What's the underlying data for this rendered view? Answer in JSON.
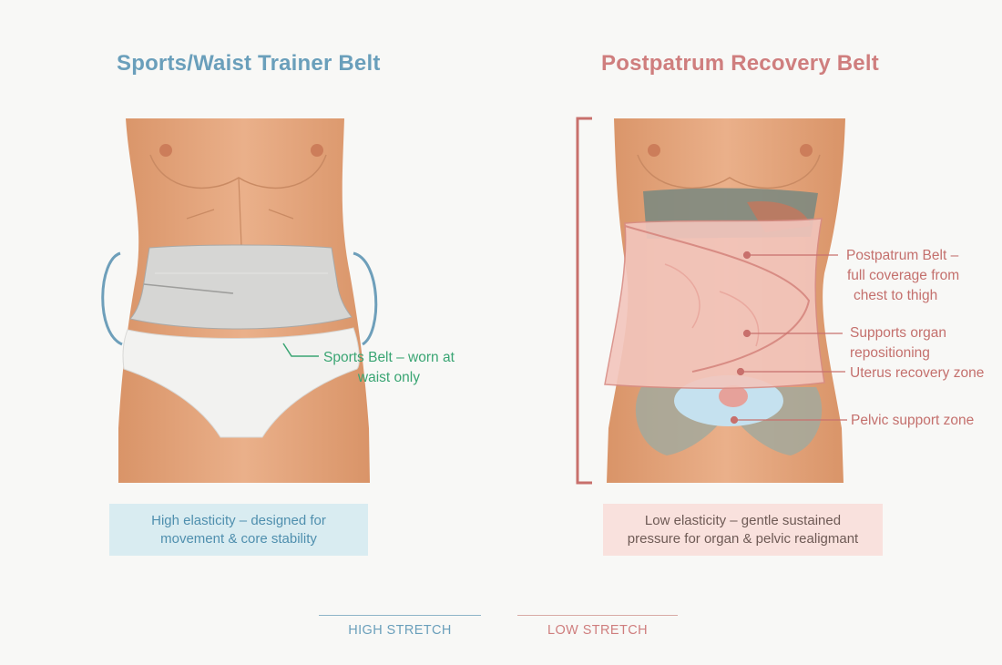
{
  "left_panel": {
    "title": "Sports/Waist Trainer Belt",
    "callout": [
      "Sports Belt – worn at",
      "waist only"
    ],
    "note": [
      "High elasticity – designed for",
      "movement & core stability"
    ]
  },
  "right_panel": {
    "title": "Postpatrum Recovery Belt",
    "callouts": [
      [
        "Postpatrum Belt –",
        "full coverage from",
        "chest to thigh"
      ],
      [
        "Supports organ",
        "repositioning"
      ],
      [
        "Uterus recovery zone"
      ],
      [
        "Pelvic support zone"
      ]
    ],
    "note": [
      "Low elasticity – gentle sustained",
      "pressure for organ & pelvic realigmant"
    ]
  },
  "legend": {
    "high": "HIGH STRETCH",
    "low": "LOW STRETCH"
  },
  "colors": {
    "sports_accent": "#6a9fbb",
    "recovery_accent": "#cf7e7e",
    "callout_green": "#3aa573",
    "skin": "#e4a57b",
    "sports_belt": "#d6d6d4",
    "recovery_belt": "#f3c6bd"
  }
}
